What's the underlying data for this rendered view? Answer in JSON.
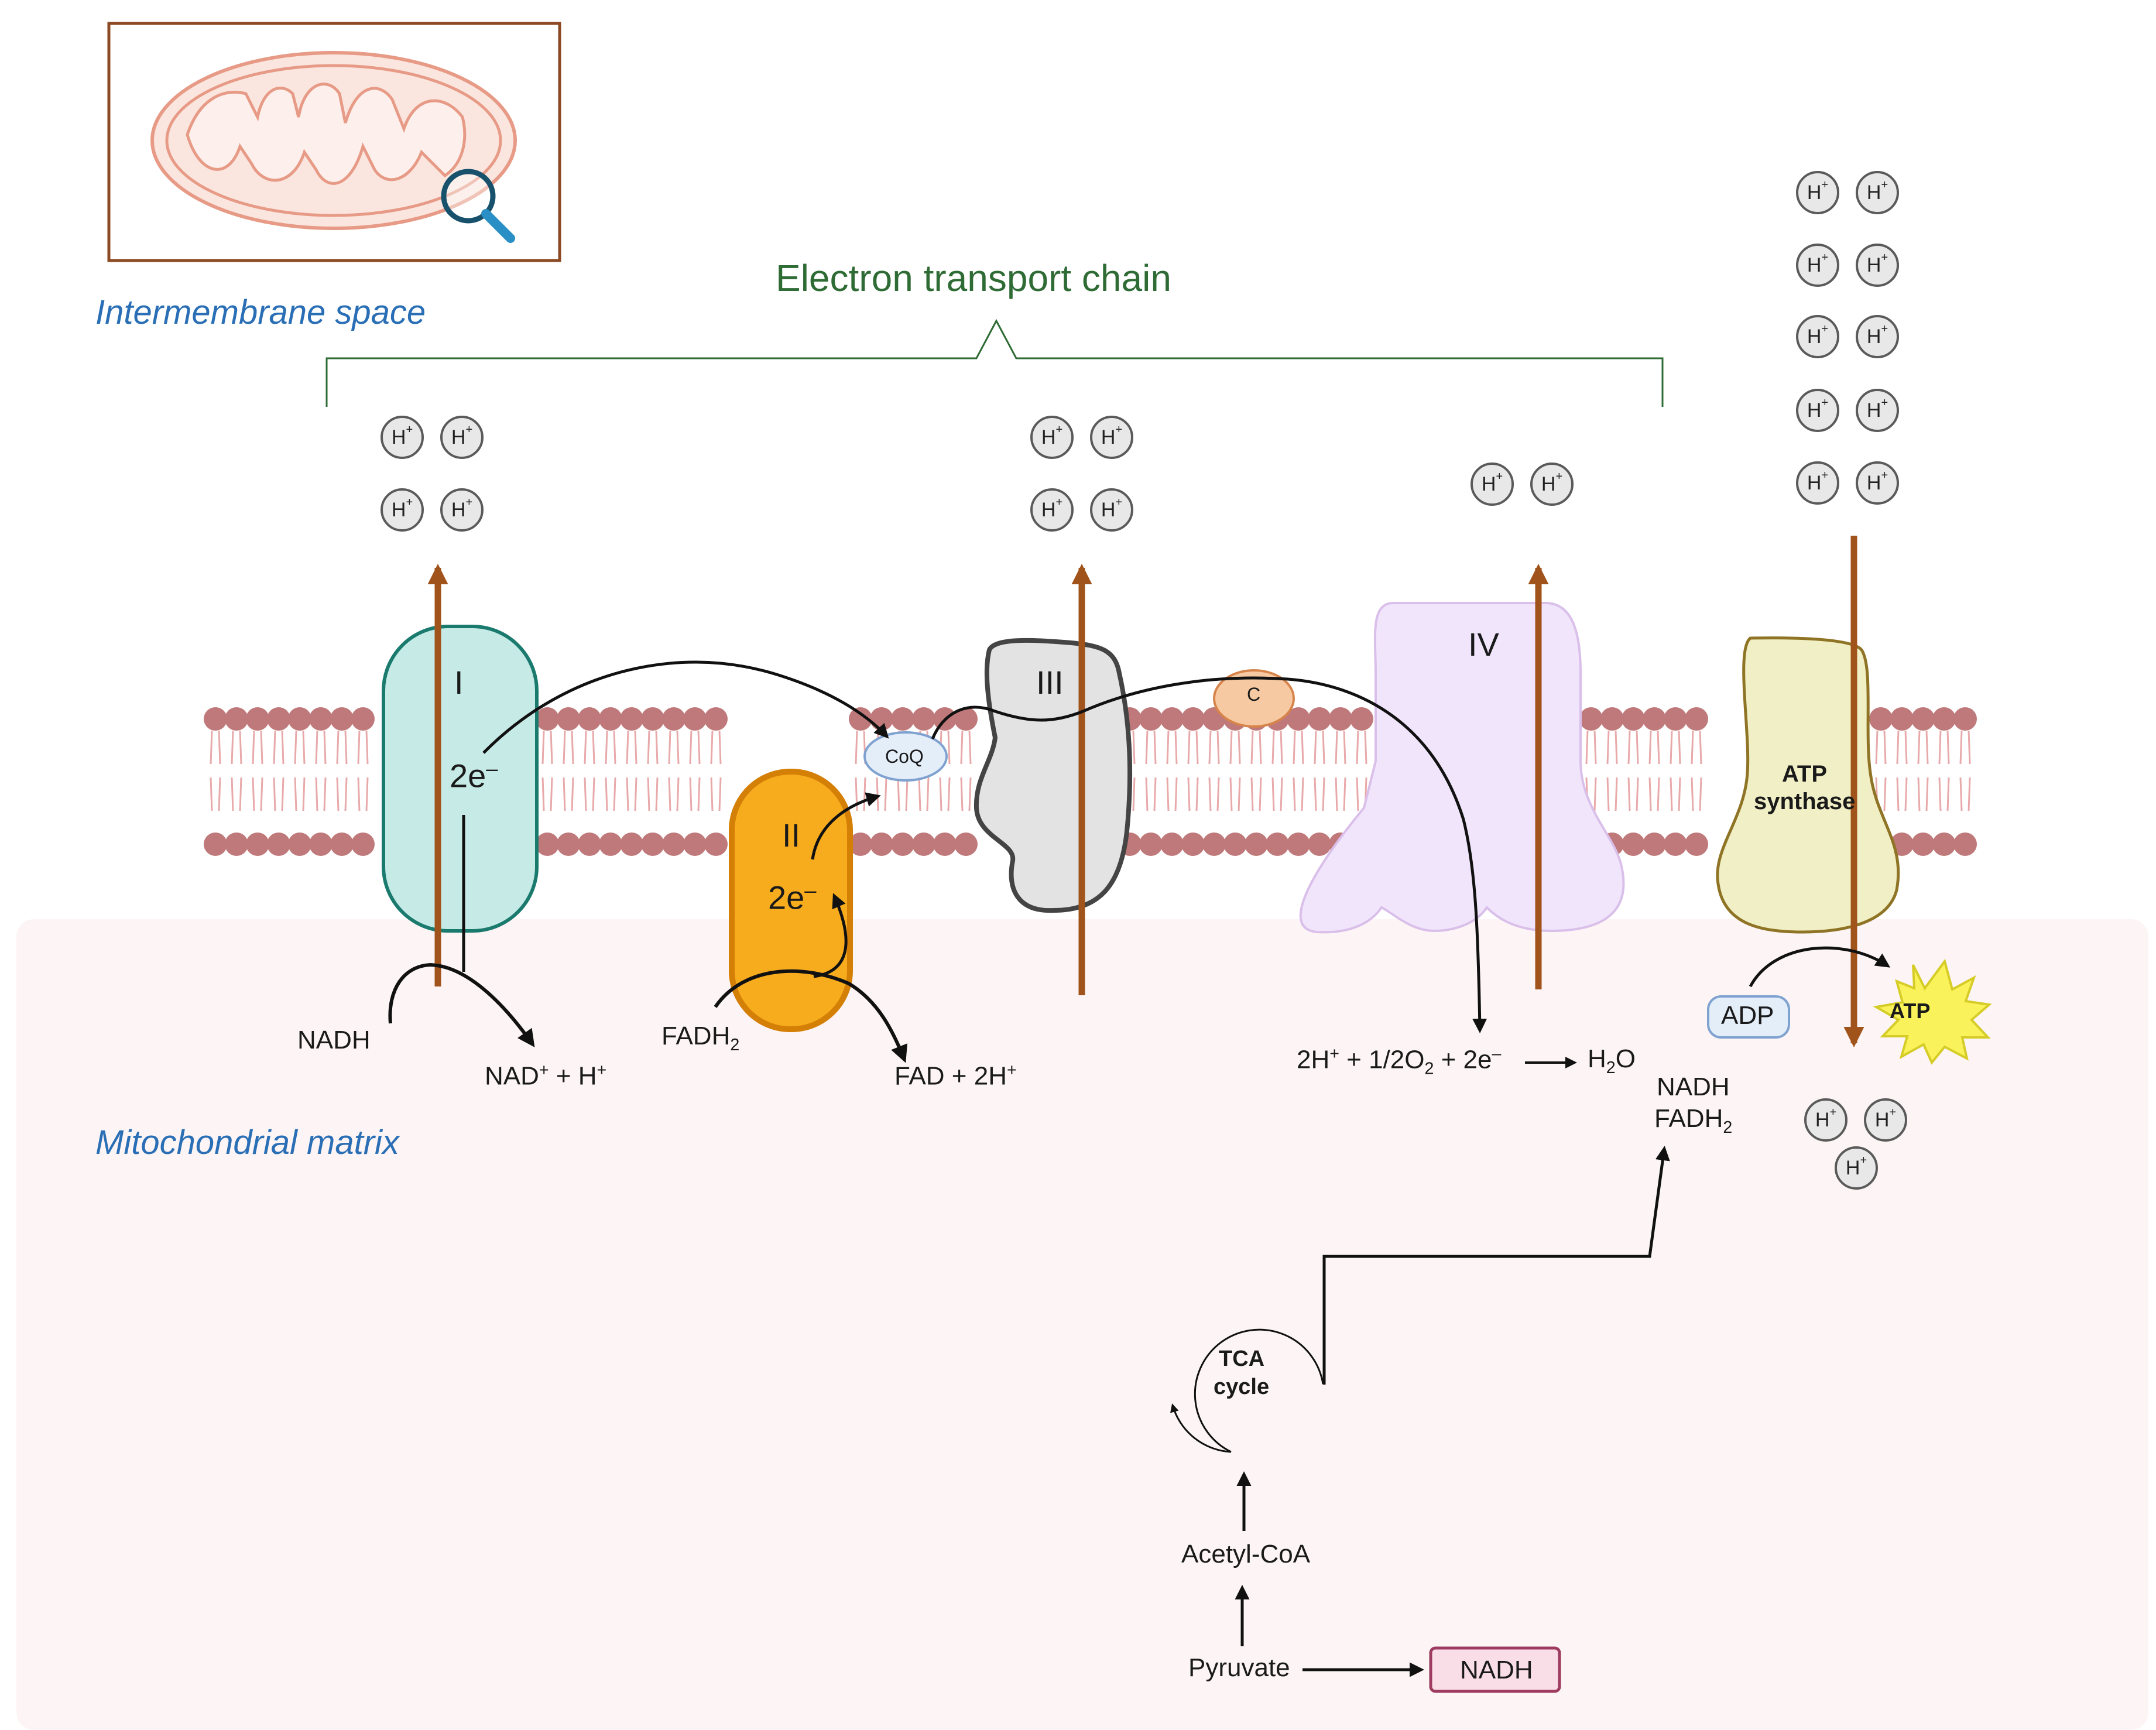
{
  "regions": {
    "intermembrane": "Intermembrane space",
    "matrix": "Mitochondrial matrix",
    "etc_title": "Electron transport chain"
  },
  "complexes": {
    "I": "I",
    "II": "II",
    "III": "III",
    "IV": "IV",
    "cytc": "C",
    "coq": "CoQ",
    "atp_synthase_line1": "ATP",
    "atp_synthase_line2": "synthase"
  },
  "electrons": {
    "two_e": "2e",
    "minus": "–"
  },
  "proton": {
    "symbol": "H",
    "charge": "+"
  },
  "complex1_reaction": {
    "nadh": "NADH",
    "nad": "NAD",
    "sup_plus": "+",
    "plus_h": " + H"
  },
  "complex2_reaction": {
    "fadh2_base": "FADH",
    "sub_2": "2",
    "fad": "FAD + 2H"
  },
  "complex4_reaction": {
    "part1": "2H",
    "part2": " + 1/2O",
    "part3": " + 2e",
    "water_h": "H",
    "water_o": "O"
  },
  "atp": {
    "adp": "ADP",
    "atp": "ATP"
  },
  "tca": {
    "nadh": "NADH",
    "fadh2_base": "FADH",
    "cycle_line1": "TCA",
    "cycle_line2": "cycle",
    "acetyl_coa": "Acetyl-CoA",
    "pyruvate": "Pyruvate",
    "nadh_box": "NADH"
  },
  "colors": {
    "complex_I": "#c6ebe6",
    "complex_II": "#f7ac1e",
    "complex_III": "#e3e3e3",
    "complex_IV": "#f1e5fb",
    "atp_synthase": "#f1efc5",
    "cyt_c": "#f6c9a2",
    "proton_arrow": "#a0541b",
    "membrane_head": "#c0797a",
    "etc_bracket": "#2f6b34",
    "matrix_bg": "#fdf5f5",
    "atp_star": "#f9f25a"
  }
}
